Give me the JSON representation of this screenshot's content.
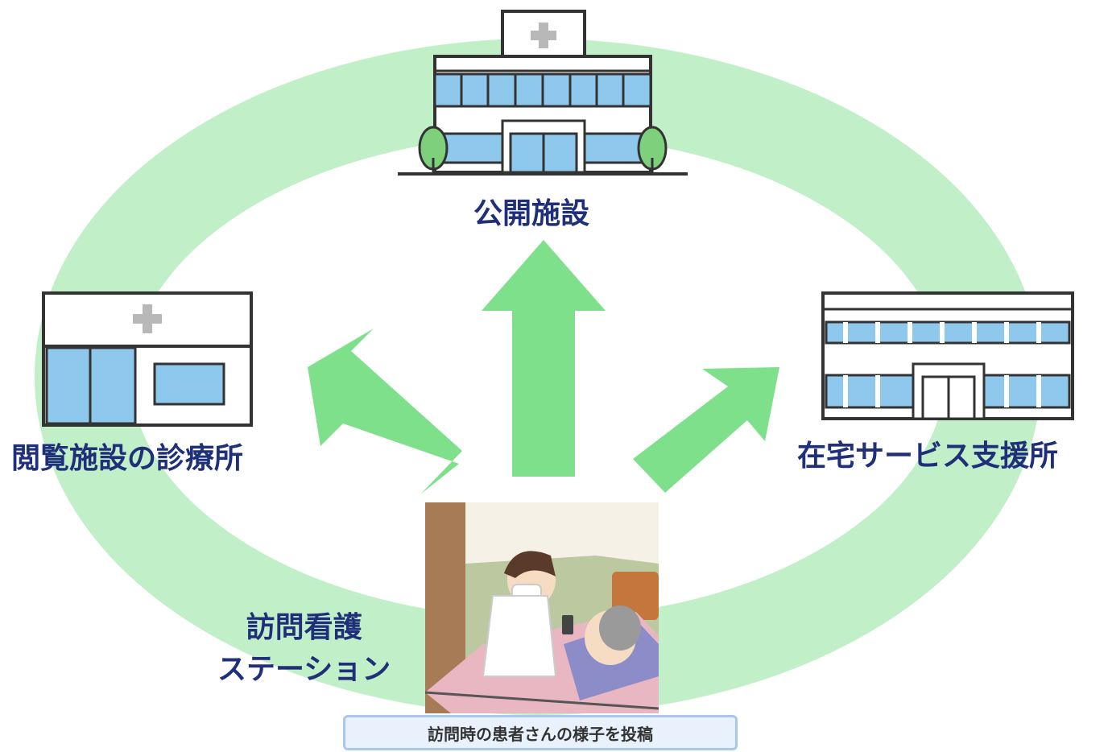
{
  "nodes": {
    "public_facility": "公開施設",
    "clinic": "閲覧施設の診療所",
    "home_support": "在宅サービス支援所",
    "station_line1": "訪問看護",
    "station_line2": "ステーション"
  },
  "caption": "訪問時の患者さんの様子を投稿",
  "colors": {
    "ring": "#c1efc7",
    "arrow": "#7fe08c",
    "label": "#1f2f7a",
    "window": "#8ec8ec",
    "tree": "#7fd07c"
  }
}
